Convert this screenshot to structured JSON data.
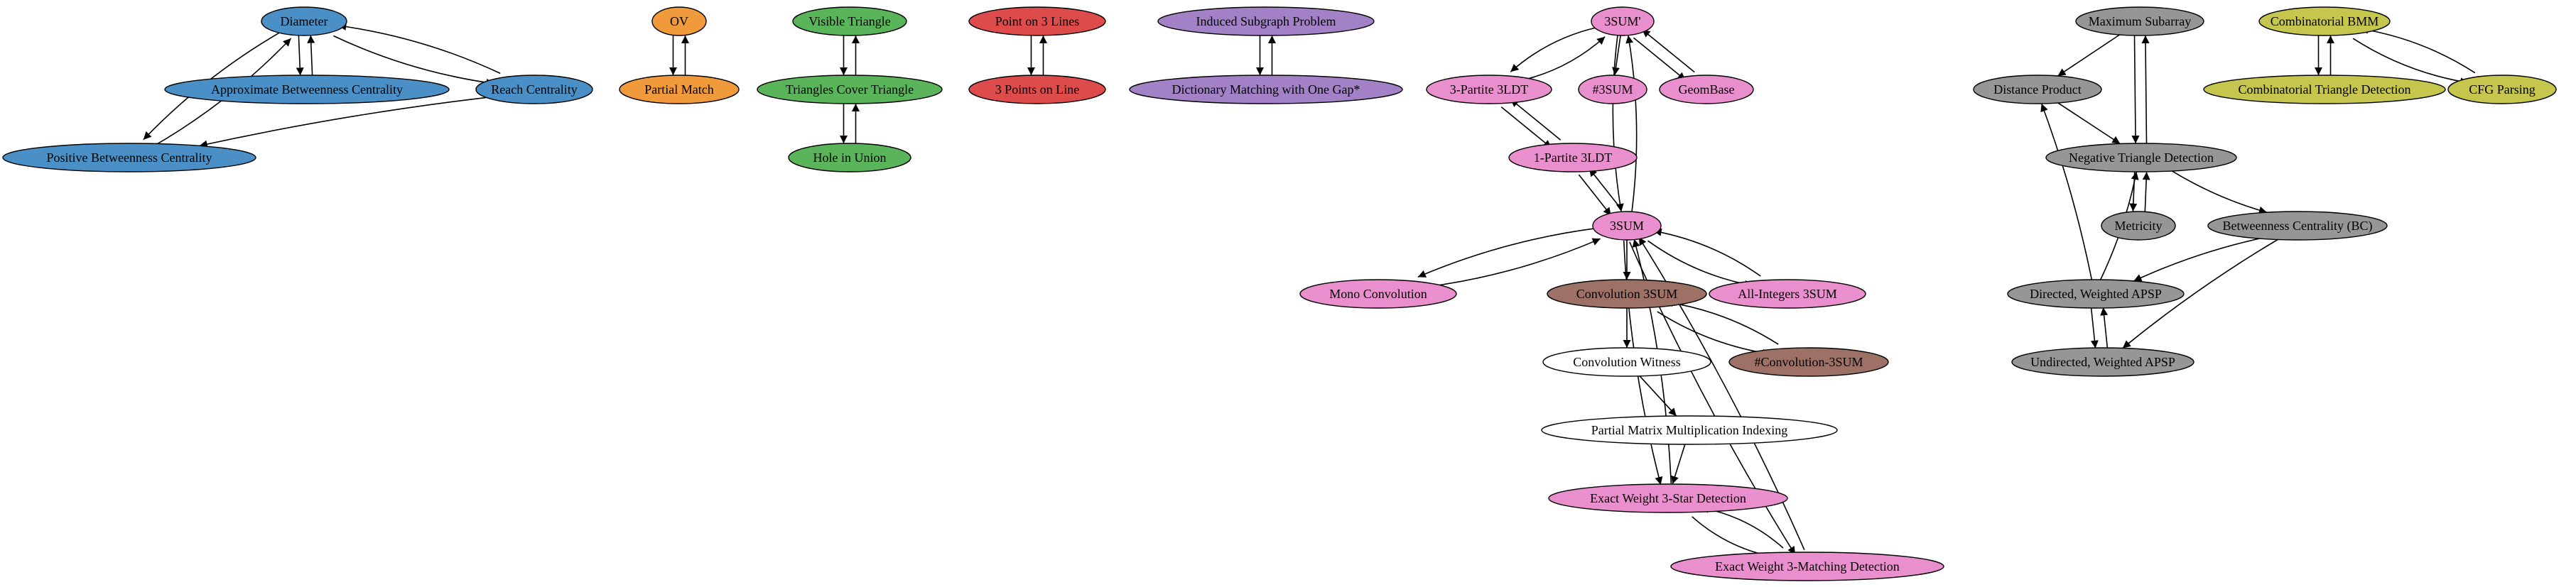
{
  "colors": {
    "blue": "#4a90c6",
    "orange": "#f19a3c",
    "green": "#5ab45a",
    "red": "#de4b4b",
    "purple": "#a381c6",
    "pink": "#e98fce",
    "brown": "#9e7166",
    "white": "#ffffff",
    "gray": "#969696",
    "olive": "#c6c54e"
  },
  "nodes": [
    {
      "id": "diameter",
      "label": "Diameter",
      "color": "blue"
    },
    {
      "id": "abc",
      "label": "Approximate Betweenness Centrality",
      "color": "blue"
    },
    {
      "id": "reach",
      "label": "Reach Centrality",
      "color": "blue"
    },
    {
      "id": "pbc",
      "label": "Positive Betweenness Centrality",
      "color": "blue"
    },
    {
      "id": "ov",
      "label": "OV",
      "color": "orange"
    },
    {
      "id": "pm",
      "label": "Partial Match",
      "color": "orange"
    },
    {
      "id": "vt",
      "label": "Visible Triangle",
      "color": "green"
    },
    {
      "id": "tct",
      "label": "Triangles Cover Triangle",
      "color": "green"
    },
    {
      "id": "hiu",
      "label": "Hole in Union",
      "color": "green"
    },
    {
      "id": "p3l",
      "label": "Point on 3 Lines",
      "color": "red"
    },
    {
      "id": "3pol",
      "label": "3 Points on Line",
      "color": "red"
    },
    {
      "id": "isp",
      "label": "Induced Subgraph Problem",
      "color": "purple"
    },
    {
      "id": "dm",
      "label": "Dictionary Matching with One Gap*",
      "color": "purple"
    },
    {
      "id": "3sump",
      "label": "3SUM'",
      "color": "pink"
    },
    {
      "id": "3p3ldt",
      "label": "3-Partite 3LDT",
      "color": "pink"
    },
    {
      "id": "h3sum",
      "label": "#3SUM",
      "color": "pink"
    },
    {
      "id": "geombase",
      "label": "GeomBase",
      "color": "pink"
    },
    {
      "id": "1p3ldt",
      "label": "1-Partite 3LDT",
      "color": "pink"
    },
    {
      "id": "3sum",
      "label": "3SUM",
      "color": "pink"
    },
    {
      "id": "monoconv",
      "label": "Mono Convolution",
      "color": "pink"
    },
    {
      "id": "conv3sum",
      "label": "Convolution 3SUM",
      "color": "brown"
    },
    {
      "id": "allint",
      "label": "All-Integers 3SUM",
      "color": "pink"
    },
    {
      "id": "convwit",
      "label": "Convolution Witness",
      "color": "white"
    },
    {
      "id": "hconv3sum",
      "label": "#Convolution-3SUM",
      "color": "brown"
    },
    {
      "id": "pmmi",
      "label": "Partial Matrix Multiplication Indexing",
      "color": "white"
    },
    {
      "id": "ew3star",
      "label": "Exact Weight 3-Star Detection",
      "color": "pink"
    },
    {
      "id": "ew3match",
      "label": "Exact Weight 3-Matching Detection",
      "color": "pink"
    },
    {
      "id": "maxsub",
      "label": "Maximum Subarray",
      "color": "gray"
    },
    {
      "id": "distprod",
      "label": "Distance Product",
      "color": "gray"
    },
    {
      "id": "ntd",
      "label": "Negative Triangle Detection",
      "color": "gray"
    },
    {
      "id": "metricity",
      "label": "Metricity",
      "color": "gray"
    },
    {
      "id": "bc",
      "label": "Betweenness Centrality (BC)",
      "color": "gray"
    },
    {
      "id": "dwapsp",
      "label": "Directed, Weighted APSP",
      "color": "gray"
    },
    {
      "id": "uwapsp",
      "label": "Undirected, Weighted APSP",
      "color": "gray"
    },
    {
      "id": "cbmm",
      "label": "Combinatorial BMM",
      "color": "olive"
    },
    {
      "id": "ctd",
      "label": "Combinatorial Triangle Detection",
      "color": "olive"
    },
    {
      "id": "cfg",
      "label": "CFG Parsing",
      "color": "olive"
    }
  ],
  "edges": [
    [
      "diameter",
      "abc"
    ],
    [
      "abc",
      "diameter"
    ],
    [
      "diameter",
      "reach"
    ],
    [
      "reach",
      "diameter"
    ],
    [
      "diameter",
      "pbc"
    ],
    [
      "pbc",
      "diameter"
    ],
    [
      "reach",
      "pbc"
    ],
    [
      "ov",
      "pm"
    ],
    [
      "pm",
      "ov"
    ],
    [
      "vt",
      "tct"
    ],
    [
      "tct",
      "vt"
    ],
    [
      "tct",
      "hiu"
    ],
    [
      "hiu",
      "tct"
    ],
    [
      "p3l",
      "3pol"
    ],
    [
      "3pol",
      "p3l"
    ],
    [
      "isp",
      "dm"
    ],
    [
      "dm",
      "isp"
    ],
    [
      "3sump",
      "3p3ldt"
    ],
    [
      "3p3ldt",
      "3sump"
    ],
    [
      "3sump",
      "h3sum"
    ],
    [
      "3sump",
      "geombase"
    ],
    [
      "geombase",
      "3sump"
    ],
    [
      "3sump",
      "3sum"
    ],
    [
      "3sum",
      "3sump"
    ],
    [
      "3p3ldt",
      "1p3ldt"
    ],
    [
      "1p3ldt",
      "3p3ldt"
    ],
    [
      "1p3ldt",
      "3sum"
    ],
    [
      "3sum",
      "1p3ldt"
    ],
    [
      "3sum",
      "monoconv"
    ],
    [
      "monoconv",
      "3sum"
    ],
    [
      "3sum",
      "conv3sum"
    ],
    [
      "3sum",
      "allint"
    ],
    [
      "allint",
      "3sum"
    ],
    [
      "conv3sum",
      "convwit"
    ],
    [
      "conv3sum",
      "hconv3sum"
    ],
    [
      "hconv3sum",
      "conv3sum"
    ],
    [
      "convwit",
      "pmmi"
    ],
    [
      "pmmi",
      "ew3star"
    ],
    [
      "ew3star",
      "3sum"
    ],
    [
      "3sum",
      "ew3star"
    ],
    [
      "ew3star",
      "ew3match"
    ],
    [
      "ew3match",
      "ew3star"
    ],
    [
      "3sum",
      "ew3match"
    ],
    [
      "ew3match",
      "3sum"
    ],
    [
      "maxsub",
      "distprod"
    ],
    [
      "maxsub",
      "ntd"
    ],
    [
      "ntd",
      "maxsub"
    ],
    [
      "distprod",
      "ntd"
    ],
    [
      "ntd",
      "metricity"
    ],
    [
      "metricity",
      "ntd"
    ],
    [
      "ntd",
      "bc"
    ],
    [
      "bc",
      "dwapsp"
    ],
    [
      "bc",
      "uwapsp"
    ],
    [
      "dwapsp",
      "distprod"
    ],
    [
      "dwapsp",
      "ntd"
    ],
    [
      "dwapsp",
      "uwapsp"
    ],
    [
      "uwapsp",
      "dwapsp"
    ],
    [
      "cbmm",
      "ctd"
    ],
    [
      "ctd",
      "cbmm"
    ],
    [
      "cbmm",
      "cfg"
    ],
    [
      "cfg",
      "cbmm"
    ]
  ]
}
